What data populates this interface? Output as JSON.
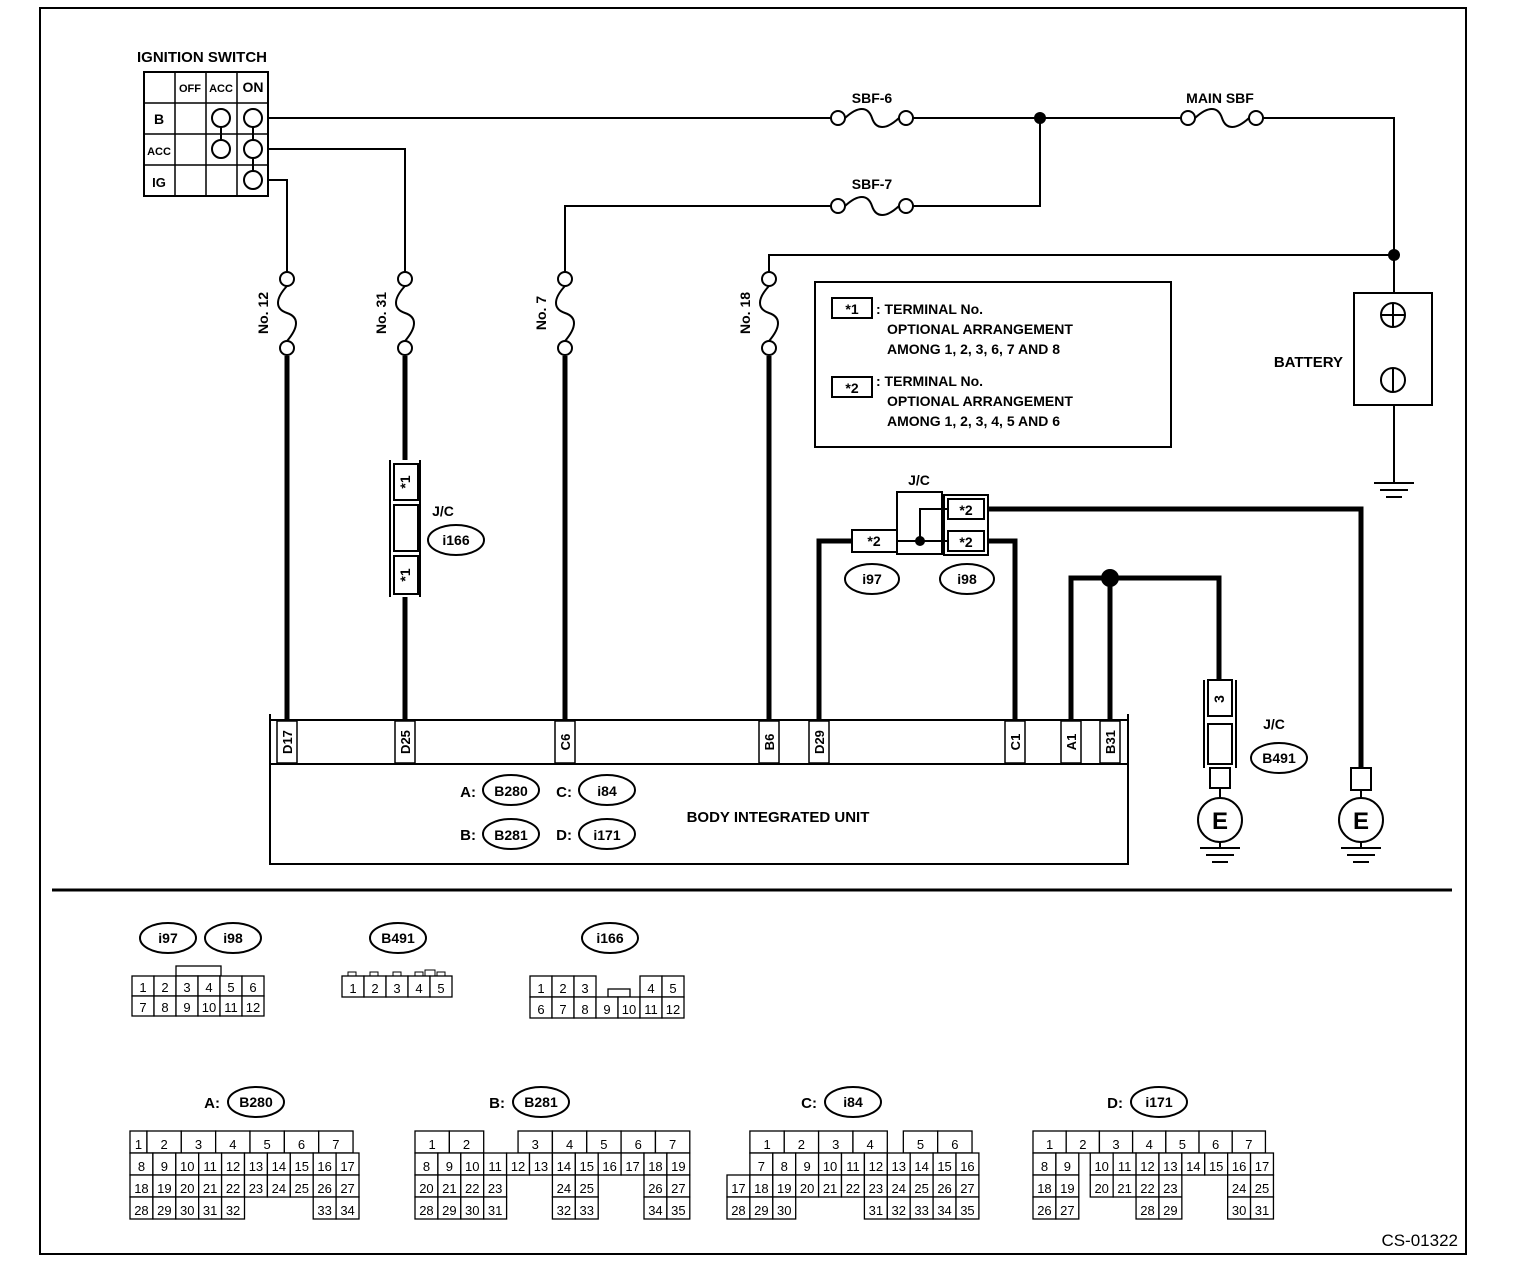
{
  "diagram_id": "CS-01322",
  "ignition_switch": {
    "title": "IGNITION SWITCH",
    "columns": [
      "OFF",
      "ACC",
      "ON"
    ],
    "rows": [
      "B",
      "ACC",
      "IG"
    ]
  },
  "fuses": {
    "sbf6": "SBF-6",
    "sbf7": "SBF-7",
    "main_sbf": "MAIN SBF",
    "no12": "No. 12",
    "no31": "No. 31",
    "no7": "No. 7",
    "no18": "No. 18"
  },
  "battery": {
    "label": "BATTERY"
  },
  "legend": {
    "star1": "*1",
    "star1_text": [
      ": TERMINAL No.",
      "OPTIONAL ARRANGEMENT",
      "AMONG 1, 2, 3, 6, 7 AND 8"
    ],
    "star2": "*2",
    "star2_text": [
      ": TERMINAL No.",
      "OPTIONAL ARRANGEMENT",
      "AMONG 1, 2, 3, 4, 5 AND 6"
    ]
  },
  "junctions": {
    "jc_label": "J/C",
    "i166": "i166",
    "i97": "i97",
    "i98": "i98",
    "b491": "B491",
    "star1": "*1",
    "star2": "*2",
    "pin3": "3",
    "ground": "E"
  },
  "body_unit": {
    "title": "BODY INTEGRATED UNIT",
    "pins": [
      "D17",
      "D25",
      "C6",
      "B6",
      "D29",
      "C1",
      "A1",
      "B31"
    ],
    "connectors": [
      {
        "prefix": "A:",
        "id": "B280"
      },
      {
        "prefix": "C:",
        "id": "i84"
      },
      {
        "prefix": "B:",
        "id": "B281"
      },
      {
        "prefix": "D:",
        "id": "i171"
      }
    ]
  },
  "connector_faces": {
    "i97_i98": {
      "ids": [
        "i97",
        "i98"
      ],
      "rows": [
        [
          "1",
          "2",
          "3",
          "4",
          "5",
          "6"
        ],
        [
          "7",
          "8",
          "9",
          "10",
          "11",
          "12"
        ]
      ]
    },
    "b491": {
      "ids": [
        "B491"
      ],
      "rows": [
        [
          "1",
          "2",
          "3",
          "4",
          "5"
        ]
      ]
    },
    "i166": {
      "ids": [
        "i166"
      ],
      "rows": [
        [
          "1",
          "2",
          "3",
          "",
          "4",
          "5"
        ],
        [
          "6",
          "7",
          "8",
          "9",
          "10",
          "11",
          "12"
        ]
      ]
    },
    "b280": {
      "prefix": "A:",
      "id": "B280",
      "rows": [
        [
          "1",
          "2",
          "3",
          "4",
          "5",
          "6",
          "7"
        ],
        [
          "8",
          "9",
          "10",
          "11",
          "12",
          "13",
          "14",
          "15",
          "16",
          "17"
        ],
        [
          "18",
          "19",
          "20",
          "21",
          "22",
          "23",
          "24",
          "25",
          "26",
          "27"
        ],
        [
          "28",
          "29",
          "30",
          "31",
          "32",
          "33",
          "34"
        ]
      ]
    },
    "b281": {
      "prefix": "B:",
      "id": "B281",
      "rows": [
        [
          "1",
          "2",
          "3",
          "4",
          "5",
          "6",
          "7"
        ],
        [
          "8",
          "9",
          "10",
          "11",
          "12",
          "13",
          "14",
          "15",
          "16",
          "17",
          "18",
          "19"
        ],
        [
          "20",
          "21",
          "22",
          "23",
          "24",
          "25",
          "26",
          "27"
        ],
        [
          "28",
          "29",
          "30",
          "31",
          "32",
          "33",
          "34",
          "35"
        ]
      ]
    },
    "i84": {
      "prefix": "C:",
      "id": "i84",
      "rows": [
        [
          "1",
          "2",
          "3",
          "4",
          "5",
          "6"
        ],
        [
          "7",
          "8",
          "9",
          "10",
          "11",
          "12",
          "13",
          "14",
          "15",
          "16"
        ],
        [
          "17",
          "18",
          "19",
          "20",
          "21",
          "22",
          "23",
          "24",
          "25",
          "26",
          "27"
        ],
        [
          "28",
          "29",
          "30",
          "31",
          "32",
          "33",
          "34",
          "35"
        ]
      ]
    },
    "i171": {
      "prefix": "D:",
      "id": "i171",
      "rows": [
        [
          "1",
          "2",
          "3",
          "4",
          "5",
          "6",
          "7"
        ],
        [
          "8",
          "9",
          "10",
          "11",
          "12",
          "13",
          "14",
          "15",
          "16",
          "17"
        ],
        [
          "18",
          "19",
          "20",
          "21",
          "22",
          "23",
          "24",
          "25"
        ],
        [
          "26",
          "27",
          "28",
          "29",
          "30",
          "31"
        ]
      ]
    }
  }
}
